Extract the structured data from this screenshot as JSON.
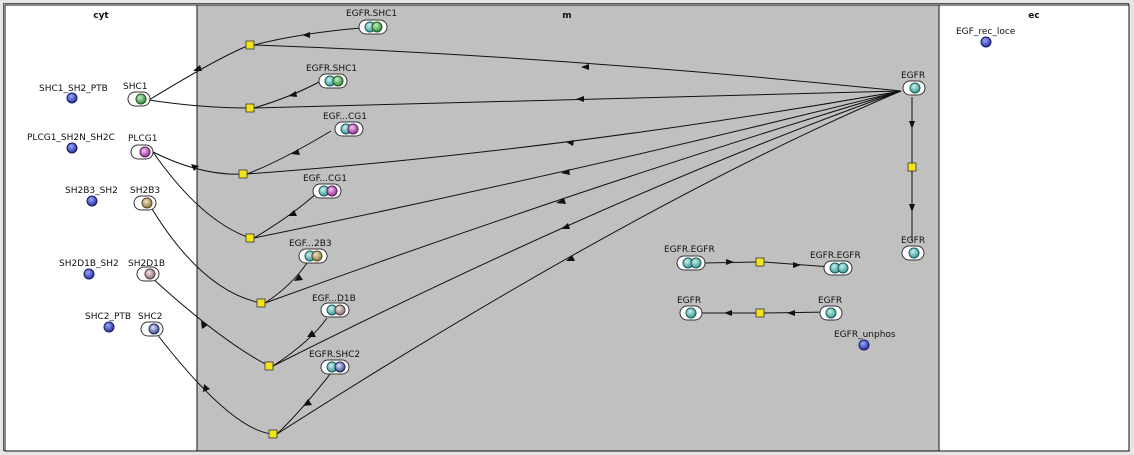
{
  "compartments": {
    "cyt": "cyt",
    "m": "m",
    "ec": "ec"
  },
  "colors": {
    "cyt_bg": "#ffffff",
    "m_bg": "#c0c0c0",
    "ec_bg": "#ffffff",
    "reaction_node": "#f2e41a",
    "blue_species": "#3a48c8",
    "egfr_teal": "#5bbcb8",
    "shc1_green": "#52b05a",
    "plcg1_magenta": "#b955b4",
    "sh2b3_tan": "#b8a46a",
    "sh2d1b_mauve": "#b39a9a",
    "shc2_blue": "#6a76c0"
  },
  "labels": {
    "shc1_sh2_ptb": "SHC1_SH2_PTB",
    "shc1": "SHC1",
    "plcg1_sh2n_sh2c": "PLCG1_SH2N_SH2C",
    "plcg1": "PLCG1",
    "sh2b3_sh2": "SH2B3_SH2",
    "sh2b3": "SH2B3",
    "sh2d1b_sh2": "SH2D1B_SH2",
    "sh2d1b": "SH2D1B",
    "shc2_ptb": "SHC2_PTB",
    "shc2": "SHC2",
    "egfr_shc1_a": "EGFR.SHC1",
    "egfr_shc1_b": "EGFR.SHC1",
    "egf_cg1_a": "EGF...CG1",
    "egf_cg1_b": "EGF...CG1",
    "egf_2b3": "EGF...2B3",
    "egf_d1b": "EGF...D1B",
    "egfr_shc2": "EGFR.SHC2",
    "egfr_egfr_1": "EGFR.EGFR",
    "egfr_egfr_2": "EGFR.EGFR",
    "egfr_right_top": "EGFR",
    "egfr_right_mid": "EGFR",
    "egfr_left": "EGFR",
    "egfr_right_bot": "EGFR",
    "egfr_unphos": "EGFR_unphos",
    "egf_rec_loce": "EGF_rec_loce"
  }
}
